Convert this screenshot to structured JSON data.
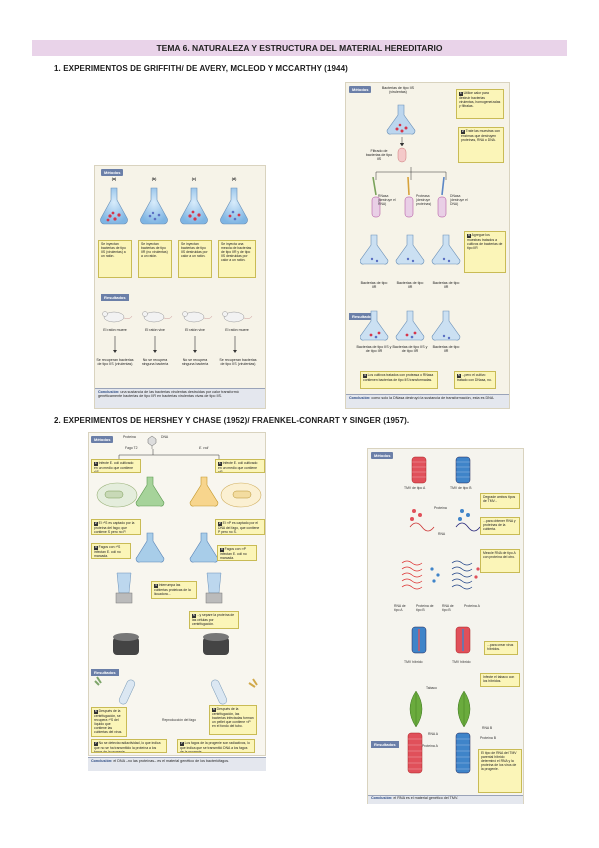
{
  "doc": {
    "title": "TEMA 6. NATURALEZA Y ESTRUCTURA DEL MATERIAL HEREDITARIO",
    "section1": "1.    EXPERIMENTOS DE GRIFFITH/ DE AVERY, MCLEOD Y MCCARTHY  (1944)",
    "section2": "2.    EXPERIMENTOS DE HERSHEY Y CHASE (1952)/ FRAENKEL-CONRART Y SINGER  (1957)."
  },
  "griffith": {
    "metodos": "Métodos",
    "resultados": "Resultados",
    "cols": [
      {
        "letter": "(a)",
        "note": "Se inyectan bacterias de tipo IIS (virulentas) a un ratón.",
        "mouse": "El ratón muere",
        "result": "Se recuperan bacterias de tipo IIS (virulentas)"
      },
      {
        "letter": "(b)",
        "note": "Se inyectan bacterias de tipo IIR (no virulentas) a un ratón.",
        "mouse": "El ratón vive",
        "result": "No se recupera ninguna bacteria"
      },
      {
        "letter": "(c)",
        "note": "Se inyectan bacterias de tipo IIS destruidas por calor a un ratón.",
        "mouse": "El ratón vive",
        "result": "No se recupera ninguna bacteria"
      },
      {
        "letter": "(d)",
        "note": "Se inyecta una mezcla de bacterias de tipo IIR y de tipo IIS destruidas por calor a un ratón.",
        "mouse": "El ratón muere",
        "result": "Se recuperan bacterias de tipo IIS (virulentas)"
      }
    ],
    "conclusion_label": "Conclusión:",
    "conclusion": "una sustancia de las bacterias virulentas destruidas por calor transformó genéticamente bacterias de tipo IIR en bacterias virulentas vivas de tipo IIS."
  },
  "avery": {
    "metodos": "Métodos",
    "resultados": "Resultados",
    "top_label": "Bacterias de tipo IIS (virulentas)",
    "note1": "Utilice calor para destruir bacterias virulentas, homogeneízalas y fíltralas.",
    "filtrado": "Filtrado de bacterias de tipo IIS",
    "note2": "Trate las muestras con enzimas que destruyen proteínas, RNA o DNA.",
    "enzymes": [
      "RNasa (destruye el RNA)",
      "Proteasa (destruye proteínas)",
      "DNasa (destruye el DNA)"
    ],
    "note3": "Agregue los muestras tratados a cultivos de bacterias de tipo IIR",
    "flask_labels": [
      "Bacterias de tipo IIR",
      "Bacterias de tipo IIR",
      "Bacterias de tipo IIR"
    ],
    "result_labels": [
      "Bacterias de tipo IIS y de tipo IIR",
      "Bacterias de tipo IIS y de tipo IIR",
      "Bacterias de tipo IIR"
    ],
    "note4": "Los cultivos tratados con proteasa o RNasa contienen bacterias de tipo IIS transformadas.",
    "note5": "...pero el cultivo tratado con DNasa, no.",
    "conclusion_label": "Conclusión:",
    "conclusion": "como solo la DNasa destruyó la sustancia de transformación, esta es DNA."
  },
  "hershey": {
    "metodos": "Métodos",
    "resultados": "Resultados",
    "proteina": "Proteína",
    "dna": "DNA",
    "fago": "Fago T2",
    "ecoli": "E. coli",
    "left_notes": [
      "Infecte E. coli cultivado en un medio que contiene ³⁵S",
      "El ³⁵S es captado por la proteína del fago; que contiene S pero no P.",
      "Fagos con ³⁵S infectan E. coli no marcada."
    ],
    "right_notes": [
      "Infecte E. coli cultivado en un medio que contiene ³²P",
      "El ³²P es captado por el DNA del fago, que contiene P pero no S.",
      "Fagos con ³²P infectan E. coli no marcada."
    ],
    "blend_note": "Interrumpa las cubiertas proteicas de la licuadora...",
    "centrifuge_note": "...y separe la proteína de las células por centrifugación.",
    "result_left": "Después de la centrifugación, se recupera ³⁵S del líquido que contiene las cubiertas del virus.",
    "result_right": "Después de la centrifugación, las bacterias infectadas forman un pellet que contiene ³²P en el fondo del tubo.",
    "reproduction": "Reproducción del fago",
    "final_left": "No se detecta radiactividad, lo que indica que no se ha transmitido la proteína a los fagos de la progenie.",
    "final_right": "Los fagos de la progenie son radiactivos, lo que indica que se transmitió DNA a los fagos de la progenie.",
    "conclusion_label": "Conclusión:",
    "conclusion": "el DNA –no las proteínas– es el material genético de los bacteriófagos."
  },
  "fraenkel": {
    "metodos": "Métodos",
    "resultados": "Resultados",
    "tmv_a": "TMV de tipo A",
    "tmv_b": "TMV de tipo B",
    "note1": "Degrade ambos tipos de TMV...",
    "proteina": "Proteína",
    "rna": "RNA",
    "note2": "...para obtener RNA y proteínas de la cubierta.",
    "note3": "Mezcle RNA de tipo A con proteína del otro.",
    "labels_row": [
      "RNA de tipo A",
      "Proteína de tipo B",
      "RNA de tipo B",
      "Proteína A"
    ],
    "note4": "...para crear virus híbridos.",
    "hybrid": "TMV híbrido",
    "hybrid2": "TMV híbrido",
    "note5": "Infecte el tabaco con los híbridos.",
    "tabaco": "Tabaco",
    "rna_a": "RNA A",
    "prot_a": "Proteína A",
    "rna_b": "RNA B",
    "prot_b": "Proteína B",
    "note6": "El tipo de RNA del TMV parental híbrido determinó el RNA y la proteína de los virus de la progenie.",
    "conclusion_label": "Conclusión:",
    "conclusion": "el RNA es el material genético del TMV."
  }
}
